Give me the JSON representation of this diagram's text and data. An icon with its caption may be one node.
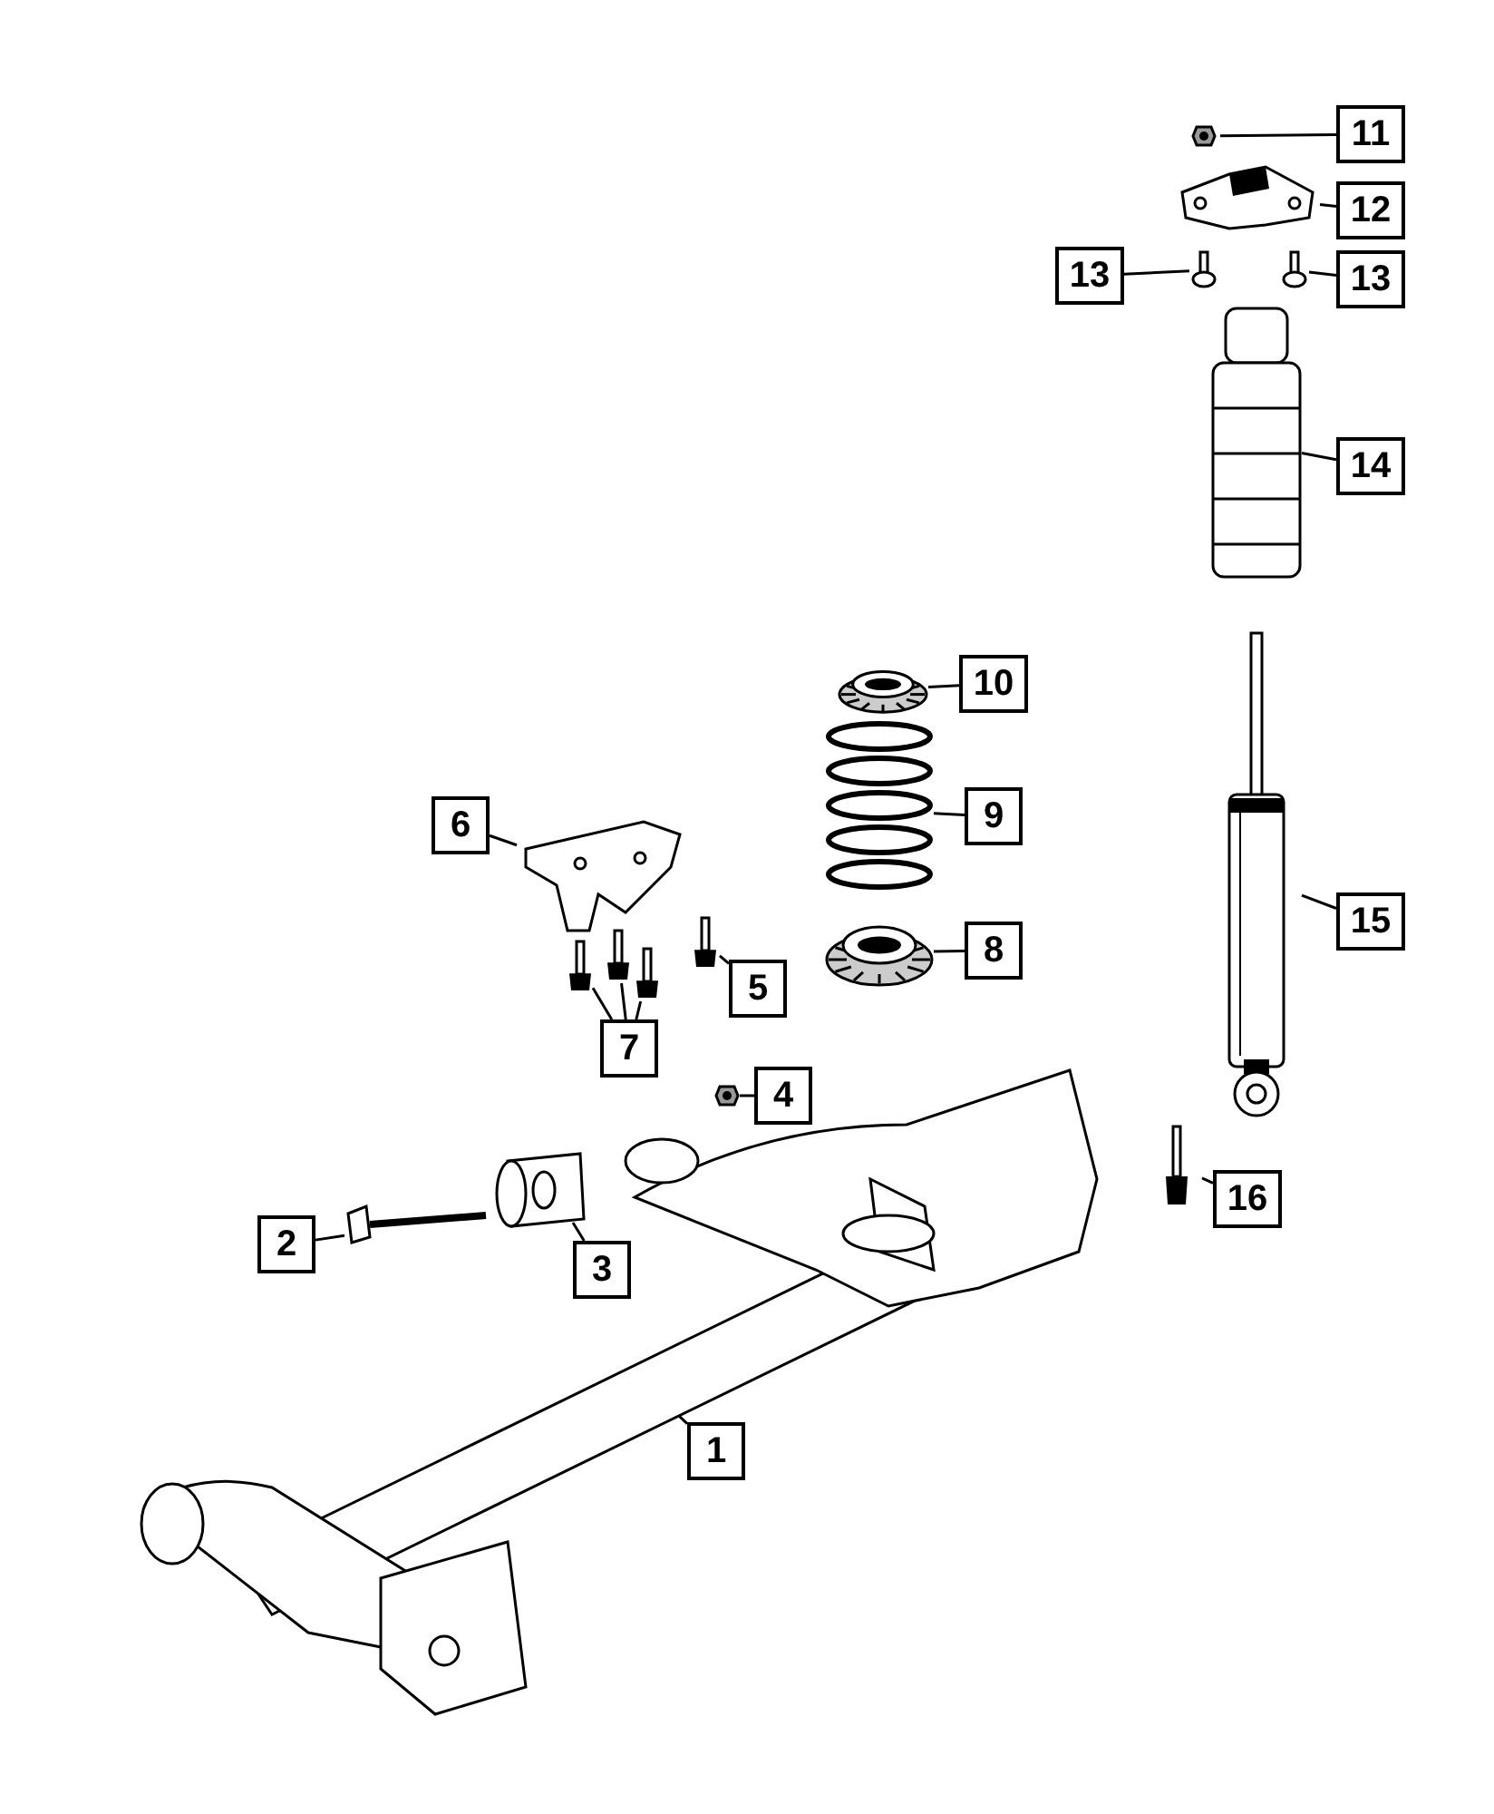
{
  "diagram": {
    "nodes": [
      {
        "text": [
          "1"
        ]
      },
      {
        "text": [],
        "shape": "picture"
      },
      {
        "text": [
          "2"
        ]
      },
      {
        "text": [],
        "shape": "picture"
      },
      {
        "text": [
          "3"
        ]
      },
      {
        "text": [],
        "shape": "picture"
      },
      {
        "text": [
          "4"
        ]
      },
      {
        "text": [],
        "shape": "picture"
      },
      {
        "text": [
          "5"
        ]
      },
      {
        "text": [],
        "shape": "picture"
      },
      {
        "text": [
          "6"
        ]
      },
      {
        "text": [],
        "shape": "picture"
      },
      {
        "text": [
          "7"
        ]
      },
      {
        "text": [],
        "shape": "picture"
      },
      {
        "text": [],
        "shape": "picture"
      },
      {
        "text": [],
        "shape": "picture"
      },
      {
        "text": [
          "8"
        ]
      },
      {
        "text": [],
        "shape": "picture"
      },
      {
        "text": [
          "9"
        ]
      },
      {
        "text": [],
        "shape": "picture"
      },
      {
        "text": [
          "10"
        ]
      },
      {
        "text": [],
        "shape": "picture"
      },
      {
        "text": [
          "11"
        ]
      },
      {
        "text": [],
        "shape": "picture"
      },
      {
        "text": [
          "12"
        ]
      },
      {
        "text": [],
        "shape": "picture"
      },
      {
        "text": [
          "13"
        ]
      },
      {
        "text": [],
        "shape": "picture"
      },
      {
        "text": [],
        "shape": "picture"
      },
      {
        "text": [
          "13"
        ]
      },
      {
        "text": [
          "14"
        ]
      },
      {
        "text": [],
        "shape": "picture"
      },
      {
        "text": [
          "15"
        ]
      },
      {
        "text": [],
        "shape": "picture"
      },
      {
        "text": [
          "16"
        ]
      },
      {
        "text": [],
        "shape": "picture"
      }
    ],
    "edges": [
      {
        "from": 0,
        "to": 1,
        "arrow": "none"
      },
      {
        "from": 2,
        "to": 3,
        "arrow": "none"
      },
      {
        "from": 4,
        "to": 5,
        "arrow": "none"
      },
      {
        "from": 6,
        "to": 7,
        "arrow": "none"
      },
      {
        "from": 8,
        "to": 9,
        "arrow": "none"
      },
      {
        "from": 10,
        "to": 11,
        "arrow": "none"
      },
      {
        "from": 12,
        "to": 13,
        "arrow": "none"
      },
      {
        "from": 12,
        "to": 14,
        "arrow": "none"
      },
      {
        "from": 12,
        "to": 15,
        "arrow": "none"
      },
      {
        "from": 16,
        "to": 17,
        "arrow": "none"
      },
      {
        "from": 18,
        "to": 19,
        "arrow": "none"
      },
      {
        "from": 20,
        "to": 21,
        "arrow": "none"
      },
      {
        "from": 22,
        "to": 23,
        "arrow": "none"
      },
      {
        "from": 24,
        "to": 25,
        "arrow": "none"
      },
      {
        "from": 26,
        "to": 27,
        "arrow": "none"
      },
      {
        "from": 29,
        "to": 28,
        "arrow": "none"
      },
      {
        "from": 30,
        "to": 31,
        "arrow": "none"
      },
      {
        "from": 32,
        "to": 33,
        "arrow": "none"
      },
      {
        "from": 34,
        "to": 35,
        "arrow": "none"
      }
    ]
  }
}
